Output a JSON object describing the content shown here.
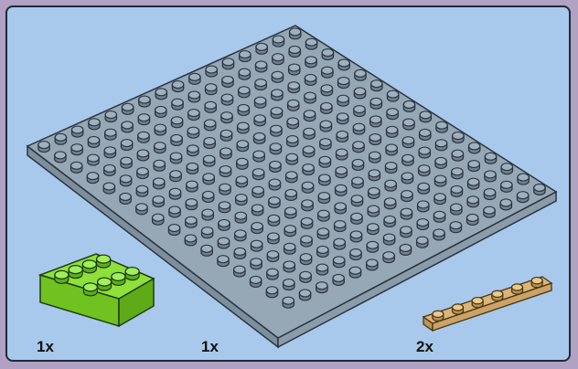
{
  "parts": [
    {
      "name": "green-brick-2x4",
      "quantity": "1x"
    },
    {
      "name": "gray-baseplate",
      "quantity": "1x"
    },
    {
      "name": "tan-plate-1x6",
      "quantity": "2x"
    }
  ],
  "colors": {
    "background": "#b1a1c3",
    "panel": "#a8c9eb",
    "baseplate": "#96a8b6",
    "green_brick": "#8ee03a",
    "tan_plate": "#d9b57a"
  }
}
